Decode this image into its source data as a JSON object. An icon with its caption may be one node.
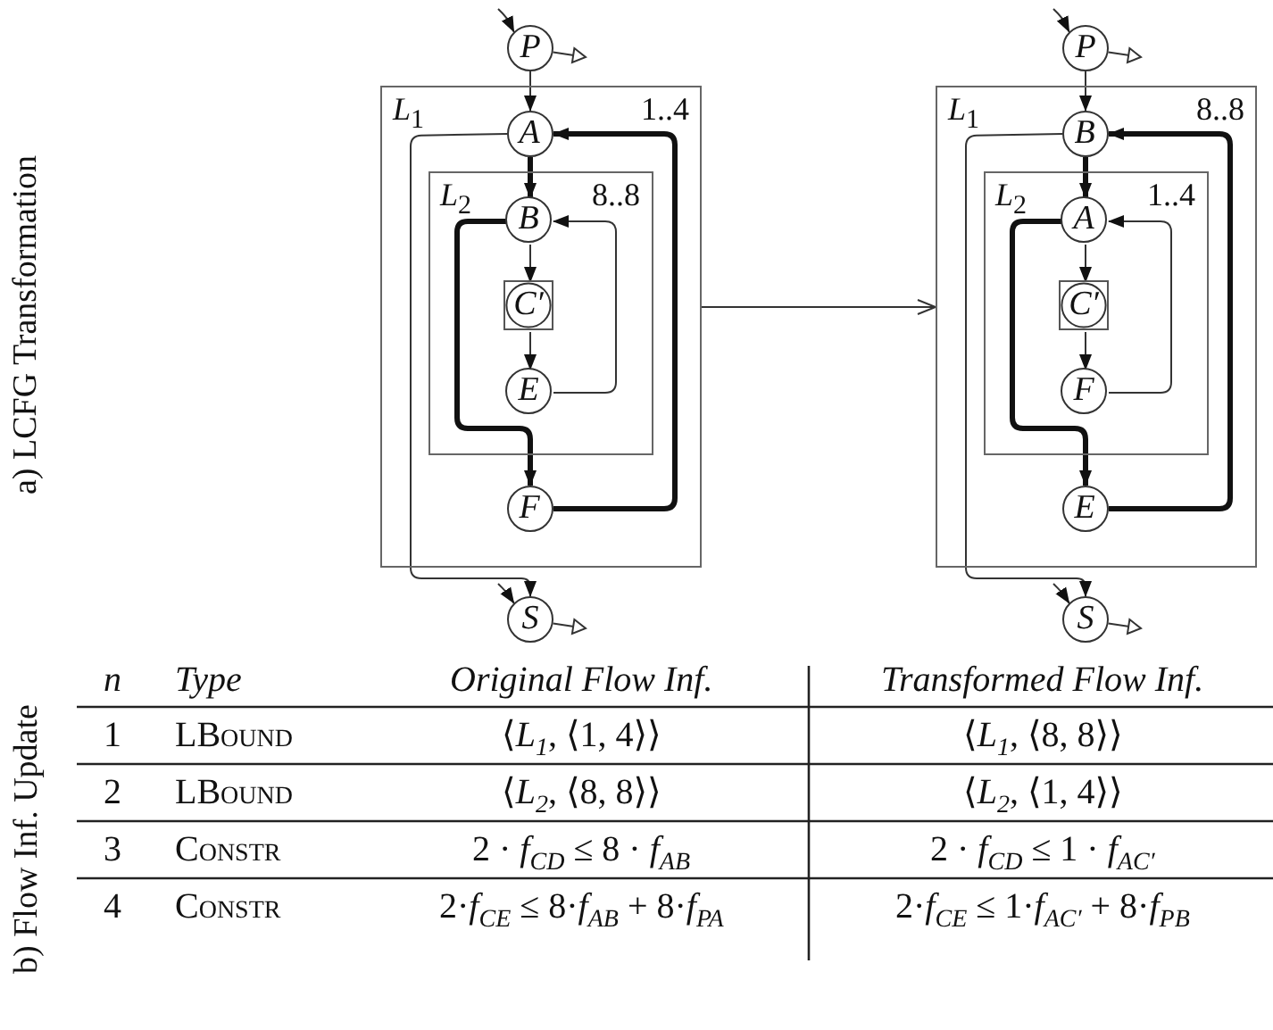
{
  "diagram": {
    "nodes": [
      {
        "text": [
          "P"
        ]
      },
      {
        "text": [
          "*L*$_{1}$",
          "1..4"
        ]
      },
      {
        "text": [
          "A"
        ],
        "in": 1
      },
      {
        "text": [
          "*L*$_{2}$",
          "8..8"
        ],
        "in": 1
      },
      {
        "text": [
          "B"
        ],
        "in": 3
      },
      {
        "text": [
          "C′"
        ],
        "in": 3
      },
      {
        "text": [
          "E"
        ],
        "in": 3
      },
      {
        "text": [
          "F"
        ],
        "in": 1
      },
      {
        "text": [
          "S"
        ]
      },
      {
        "text": [
          "P"
        ]
      },
      {
        "text": [
          "*L*$_{1}$",
          "8..8"
        ]
      },
      {
        "text": [
          "B"
        ],
        "in": 10
      },
      {
        "text": [
          "*L*$_{2}$",
          "1..4"
        ],
        "in": 10
      },
      {
        "text": [
          "A"
        ],
        "in": 12
      },
      {
        "text": [
          "C′"
        ],
        "in": 12
      },
      {
        "text": [
          "F"
        ],
        "in": 12
      },
      {
        "text": [
          "E"
        ],
        "in": 10
      },
      {
        "text": [
          "S"
        ]
      }
    ],
    "edges": [
      {
        "from": 0,
        "to": 2,
        "arrow": "to"
      },
      {
        "from": 2,
        "to": 4,
        "arrow": "to",
        "style": "thick"
      },
      {
        "from": 4,
        "to": 5,
        "arrow": "to"
      },
      {
        "from": 5,
        "to": 6,
        "arrow": "to"
      },
      {
        "from": 6,
        "to": 4,
        "arrow": "to"
      },
      {
        "from": 4,
        "to": 7,
        "arrow": "to",
        "style": "thick"
      },
      {
        "from": 7,
        "to": 2,
        "arrow": "to",
        "style": "thick"
      },
      {
        "from": 2,
        "to": 8,
        "arrow": "to"
      },
      {
        "from": null,
        "to": 0,
        "arrow": "to"
      },
      {
        "from": 0,
        "to": null,
        "arrow": "to"
      },
      {
        "from": null,
        "to": 8,
        "arrow": "to"
      },
      {
        "from": 8,
        "to": null,
        "arrow": "to"
      },
      {
        "from": 1,
        "to": 10,
        "arrow": "to"
      },
      {
        "from": 9,
        "to": 11,
        "arrow": "to"
      },
      {
        "from": 11,
        "to": 13,
        "arrow": "to",
        "style": "thick"
      },
      {
        "from": 13,
        "to": 14,
        "arrow": "to"
      },
      {
        "from": 14,
        "to": 15,
        "arrow": "to"
      },
      {
        "from": 15,
        "to": 13,
        "arrow": "to"
      },
      {
        "from": 13,
        "to": 16,
        "arrow": "to",
        "style": "thick"
      },
      {
        "from": 16,
        "to": 11,
        "arrow": "to",
        "style": "thick"
      },
      {
        "from": 11,
        "to": 17,
        "arrow": "to"
      },
      {
        "from": null,
        "to": 9,
        "arrow": "to"
      },
      {
        "from": 9,
        "to": null,
        "arrow": "to"
      },
      {
        "from": null,
        "to": 17,
        "arrow": "to"
      },
      {
        "from": 17,
        "to": null,
        "arrow": "to"
      }
    ],
    "labels": [
      "a) LCFG Transformation",
      "b) Flow Inf. Update",
      "n",
      "Type",
      "Original Flow Inf.",
      "Transformed Flow Inf.",
      "1",
      "LBound",
      "⟨*L*$_{1}$, ⟨1, 4⟩⟩",
      "⟨*L*$_{1}$, ⟨8, 8⟩⟩",
      "2",
      "LBound",
      "⟨*L*$_{2}$, ⟨8, 8⟩⟩",
      "⟨*L*$_{2}$, ⟨1, 4⟩⟩",
      "3",
      "Constr",
      "2 · *f*$_{CD}$ ≤ 8 · *f*$_{AB}$",
      "2 · *f*$_{CD}$ ≤ 1 · *f*$_{AC′}$",
      "4",
      "Constr",
      "2·*f*$_{CE}$ ≤ 8·*f*$_{AB}$ + 8·*f*$_{PA}$",
      "2·*f*$_{CE}$ ≤ 1·*f*$_{AC′}$ + 8·*f*$_{PB}$"
    ]
  }
}
